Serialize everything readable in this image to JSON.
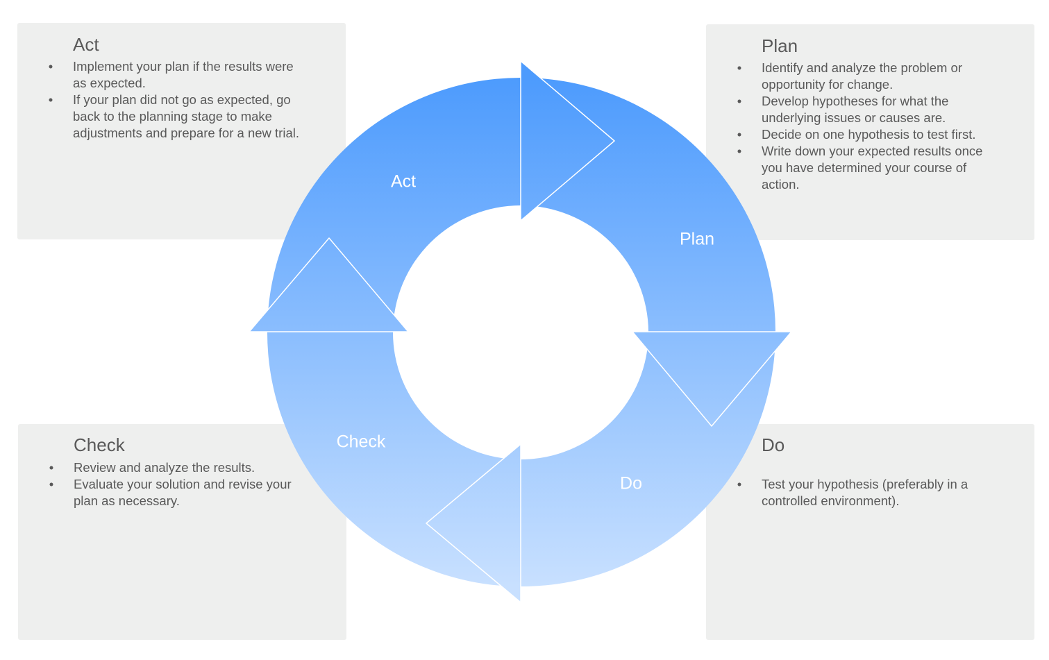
{
  "colors": {
    "panel_bg": "#eeefee",
    "text": "#595959",
    "ring_top": "#4d9bfd",
    "ring_bottom": "#c8e0ff",
    "segment_label": "#ffffff"
  },
  "cycle": {
    "labels": {
      "act": "Act",
      "plan": "Plan",
      "do": "Do",
      "check": "Check"
    }
  },
  "panels": {
    "act": {
      "title": "Act",
      "bullet": "•",
      "items": [
        "Implement your plan if the results were as expected.",
        "If your plan did not go as expected, go back to the planning stage to make adjustments and prepare for a new trial."
      ]
    },
    "plan": {
      "title": "Plan",
      "bullet": "•",
      "items": [
        "Identify and analyze the problem or opportunity for change.",
        "Develop hypotheses for what the underlying issues or causes are.",
        "Decide on one hypothesis to test first.",
        "Write down your expected results once you have determined your course of action."
      ]
    },
    "check": {
      "title": "Check",
      "bullet": "•",
      "items": [
        "Review and analyze the results.",
        "Evaluate your solution and revise your plan as necessary."
      ]
    },
    "do": {
      "title": "Do",
      "bullet": "•",
      "items": [
        "Test your hypothesis (preferably in a controlled environment)."
      ]
    }
  }
}
